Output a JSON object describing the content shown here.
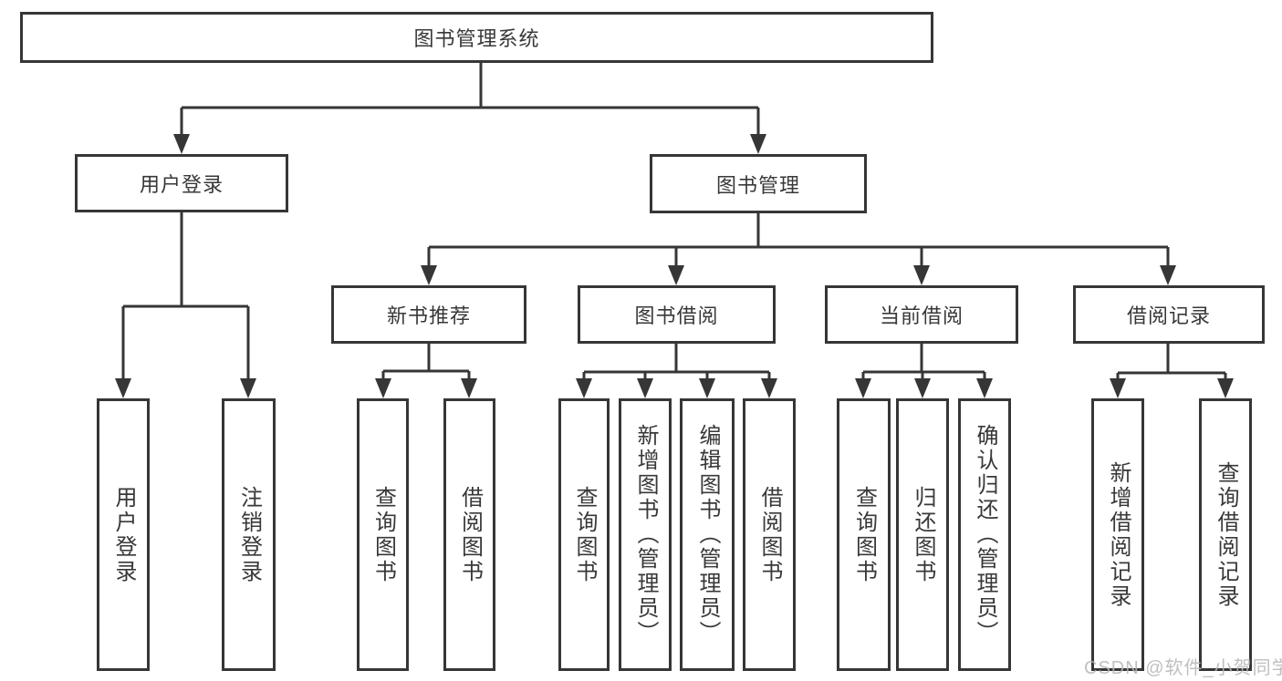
{
  "diagram": {
    "root": {
      "label": "图书管理系统"
    },
    "user_login": {
      "label": "用户登录",
      "children": [
        {
          "label": "用户登录"
        },
        {
          "label": "注销登录"
        }
      ]
    },
    "book_management": {
      "label": "图书管理",
      "children": [
        {
          "label": "新书推荐",
          "children": [
            {
              "label": "查询图书"
            },
            {
              "label": "借阅图书"
            }
          ]
        },
        {
          "label": "图书借阅",
          "children": [
            {
              "label": "查询图书"
            },
            {
              "label": "新增图书（管理员）"
            },
            {
              "label": "编辑图书（管理员）"
            },
            {
              "label": "借阅图书"
            }
          ]
        },
        {
          "label": "当前借阅",
          "children": [
            {
              "label": "查询图书"
            },
            {
              "label": "归还图书"
            },
            {
              "label": "确认归还（管理员）"
            }
          ]
        },
        {
          "label": "借阅记录",
          "children": [
            {
              "label": "新增借阅记录"
            },
            {
              "label": "查询借阅记录"
            }
          ]
        }
      ]
    }
  },
  "watermark": {
    "text": "CSDN @软件_小贺同学"
  },
  "colors": {
    "line": "#363636",
    "text": "#383838",
    "background": "#ffffff",
    "watermark": "#b7b7b7"
  }
}
